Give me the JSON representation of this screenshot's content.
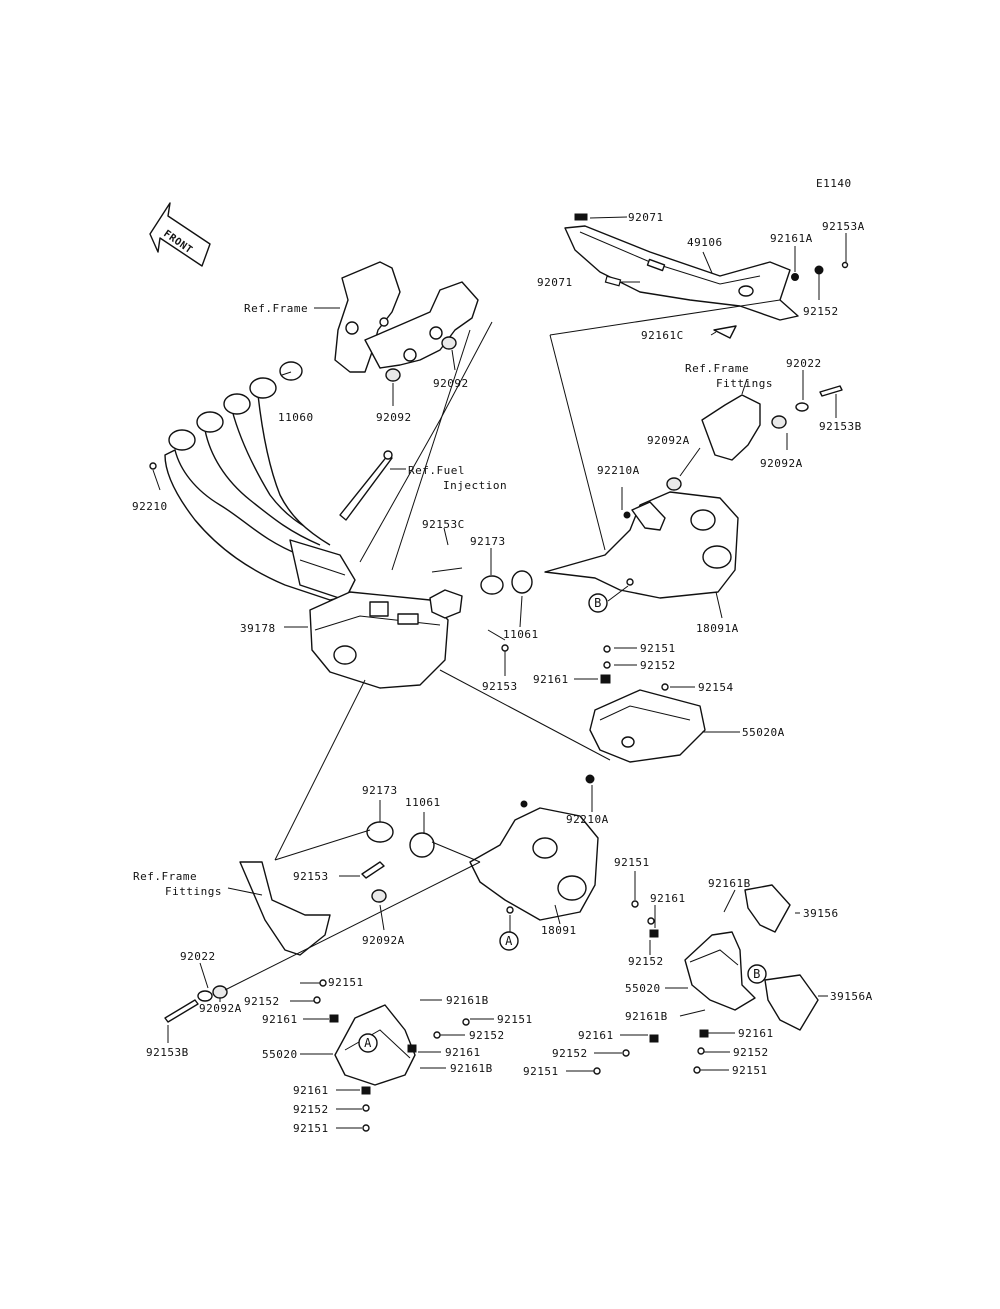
{
  "diagram_id": "E1140",
  "front_arrow_label": "FRONT",
  "ref_labels": {
    "frame": "Ref.Frame",
    "frame_fittings_right": [
      "Ref.Frame",
      "Fittings"
    ],
    "fuel_injection": [
      "Ref.Fuel",
      "Injection"
    ],
    "frame_fittings_left": [
      "Ref.Frame",
      "Fittings"
    ]
  },
  "reference_letters": [
    "A",
    "B"
  ],
  "parts": {
    "p92071_top": "92071",
    "p92071_mid": "92071",
    "p49106": "49106",
    "p92161A": "92161A",
    "p92153A": "92153A",
    "p92152_top": "92152",
    "p92161C": "92161C",
    "p92022_right": "92022",
    "p92153B_right": "92153B",
    "p92092A_right_a": "92092A",
    "p92092A_right_b": "92092A",
    "p92210A_top": "92210A",
    "p18091A": "18091A",
    "p92092_a": "92092",
    "p92092_b": "92092",
    "p11060": "11060",
    "p92210": "92210",
    "p92153C": "92153C",
    "p92173_top": "92173",
    "p11061_top": "11061",
    "p39178": "39178",
    "p92153_mid": "92153",
    "p92151_r1": "92151",
    "p92152_r1": "92152",
    "p92161_r1": "92161",
    "p92154": "92154",
    "p55020A": "55020A",
    "p92210A_low": "92210A",
    "p92173_low": "92173",
    "p11061_low": "11061",
    "p92153_low": "92153",
    "p92092A_low": "92092A",
    "p18091": "18091",
    "p92022_left": "92022",
    "p92092A_left": "92092A",
    "p92153B_left": "92153B",
    "p92151_l1": "92151",
    "p92152_l1": "92152",
    "p92161_l1": "92161",
    "p55020_left": "55020",
    "p92161B_l1": "92161B",
    "p92151_l2": "92151",
    "p92152_l2": "92152",
    "p92161_l2": "92161",
    "p92161B_l2": "92161B",
    "p92161_l3": "92161",
    "p92152_l3": "92152",
    "p92151_l3": "92151",
    "p92151_c1": "92151",
    "p92161_c1": "92161",
    "p92152_c1": "92152",
    "p92161B_c1": "92161B",
    "p39156": "39156",
    "p55020_right": "55020",
    "p39156A": "39156A",
    "p92161B_c2": "92161B",
    "p92161_c2": "92161",
    "p92161_c3": "92161",
    "p92152_c2": "92152",
    "p92152_c3": "92152",
    "p92151_c2": "92151",
    "p92151_c3": "92151"
  }
}
